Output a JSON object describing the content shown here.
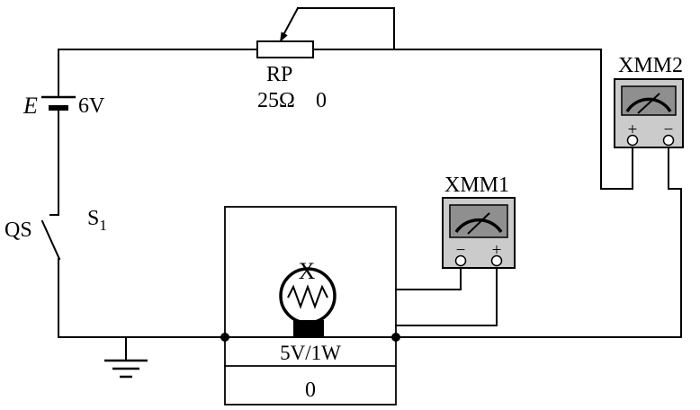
{
  "colors": {
    "wire": "#000000",
    "meter_body": "#cbcbcb",
    "meter_display": "#8f8f8f",
    "lamp_base": "#000000",
    "background": "#ffffff"
  },
  "schematic": {
    "battery": {
      "label": "E",
      "value": "6V"
    },
    "switch": {
      "outer_label": "QS",
      "inner_label": "S",
      "inner_label_sub": "1"
    },
    "potentiometer": {
      "label": "RP",
      "value": "25Ω",
      "setting": "0"
    },
    "lamp": {
      "label": "X",
      "rating": "5V/1W",
      "setting": "0"
    },
    "multimeter1": {
      "label": "XMM1",
      "left_terminal": "−",
      "right_terminal": "+"
    },
    "multimeter2": {
      "label": "XMM2",
      "left_terminal": "+",
      "right_terminal": "−"
    }
  }
}
